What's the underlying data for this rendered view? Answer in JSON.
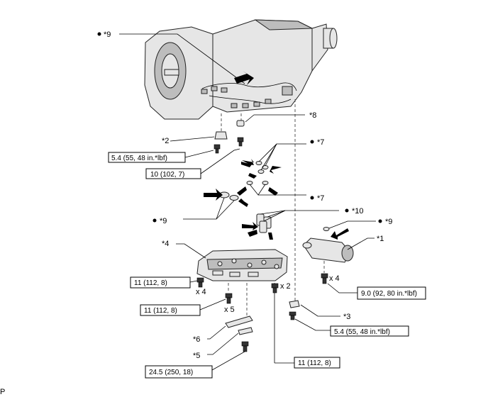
{
  "callouts": {
    "c9_top": "*9",
    "c8": "*8",
    "c2": "*2",
    "c7_a": "*7",
    "c7_b": "*7",
    "c9_left": "*9",
    "c10": "*10",
    "c9_right": "*9",
    "c1": "*1",
    "c4": "*4",
    "c3": "*3",
    "c6": "*6",
    "c5": "*5"
  },
  "torque": {
    "t_54_a": "5.4 (55, 48 in.*lbf)",
    "t_10": "10 (102, 7)",
    "t_11_a": "11 (112, 8)",
    "t_11_b": "11 (112, 8)",
    "t_90": "9.0 (92, 80 in.*lbf)",
    "t_54_b": "5.4 (55, 48 in.*lbf)",
    "t_245": "24.5 (250, 18)",
    "t_11_c": "11 (112, 8)"
  },
  "counts": {
    "x4_left": "x 4",
    "x5": "x 5",
    "x2": "x 2",
    "x4_right": "x 4"
  },
  "footer": {
    "code": "P"
  }
}
